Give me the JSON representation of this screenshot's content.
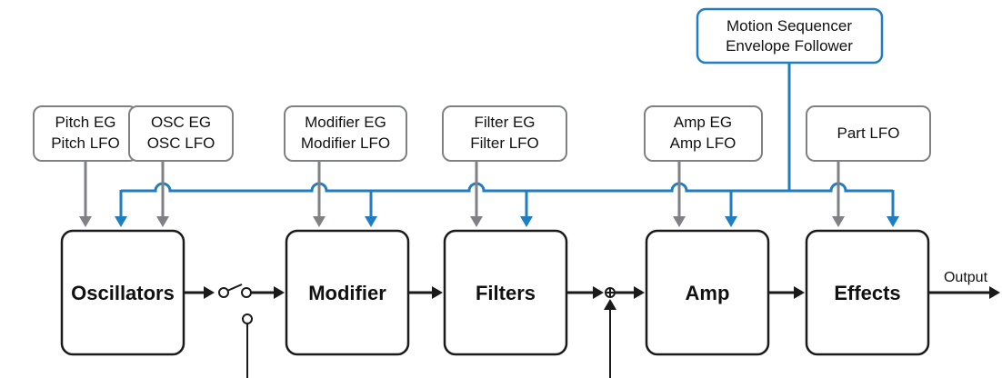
{
  "modulators": {
    "pitch": {
      "line1": "Pitch EG",
      "line2": "Pitch LFO"
    },
    "osc": {
      "line1": "OSC EG",
      "line2": "OSC LFO"
    },
    "modifier": {
      "line1": "Modifier EG",
      "line2": "Modifier LFO"
    },
    "filter": {
      "line1": "Filter EG",
      "line2": "Filter LFO"
    },
    "amp": {
      "line1": "Amp EG",
      "line2": "Amp LFO"
    },
    "part": {
      "line1": "Part LFO"
    }
  },
  "motion": {
    "line1": "Motion Sequencer",
    "line2": "Envelope Follower"
  },
  "blocks": {
    "oscillators": "Oscillators",
    "modifier": "Modifier",
    "filters": "Filters",
    "amp": "Amp",
    "effects": "Effects"
  },
  "output_label": "Output",
  "colors": {
    "modulation_line": "#7f8184",
    "motion_line": "#1f7ec1",
    "signal_line": "#1a1a1a"
  }
}
